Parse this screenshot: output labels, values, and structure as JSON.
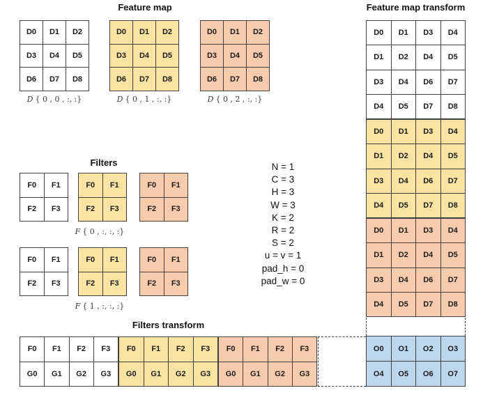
{
  "colors": {
    "white": "#FFFFFF",
    "yellow": "#FAE3A3",
    "pink": "#F8CBAD",
    "blue": "#BDD7EE",
    "grid_border": "#3F3F3F"
  },
  "feature_map": {
    "title": "Feature map",
    "grids": [
      {
        "color": "white",
        "cells": [
          [
            "D0",
            "D1",
            "D2"
          ],
          [
            "D3",
            "D4",
            "D5"
          ],
          [
            "D6",
            "D7",
            "D8"
          ]
        ],
        "label_letter": "D",
        "label_index": "{ 0 , 0 , :, :}"
      },
      {
        "color": "yellow",
        "cells": [
          [
            "D0",
            "D1",
            "D2"
          ],
          [
            "D3",
            "D4",
            "D5"
          ],
          [
            "D6",
            "D7",
            "D8"
          ]
        ],
        "label_letter": "D",
        "label_index": "{ 0 , 1 , :, :}"
      },
      {
        "color": "pink",
        "cells": [
          [
            "D0",
            "D1",
            "D2"
          ],
          [
            "D3",
            "D4",
            "D5"
          ],
          [
            "D6",
            "D7",
            "D8"
          ]
        ],
        "label_letter": "D",
        "label_index": "{ 0 , 2 , :, :}"
      }
    ]
  },
  "filters": {
    "title": "Filters",
    "rows": [
      {
        "grids": [
          {
            "color": "white",
            "cells": [
              [
                "F0",
                "F1"
              ],
              [
                "F2",
                "F3"
              ]
            ]
          },
          {
            "color": "yellow",
            "cells": [
              [
                "F0",
                "F1"
              ],
              [
                "F2",
                "F3"
              ]
            ]
          },
          {
            "color": "pink",
            "cells": [
              [
                "F0",
                "F1"
              ],
              [
                "F2",
                "F3"
              ]
            ]
          }
        ],
        "label_letter": "F",
        "label_index": "{ 0 , :, :, :}"
      },
      {
        "grids": [
          {
            "color": "white",
            "cells": [
              [
                "F0",
                "F1"
              ],
              [
                "F2",
                "F3"
              ]
            ]
          },
          {
            "color": "yellow",
            "cells": [
              [
                "F0",
                "F1"
              ],
              [
                "F2",
                "F3"
              ]
            ]
          },
          {
            "color": "pink",
            "cells": [
              [
                "F0",
                "F1"
              ],
              [
                "F2",
                "F3"
              ]
            ]
          }
        ],
        "label_letter": "F",
        "label_index": "{ 1 , :, :, :}"
      }
    ]
  },
  "parameters": {
    "lines": [
      "N = 1",
      "C = 3",
      "H = 3",
      "W = 3",
      "K = 2",
      "R = 2",
      "S = 2",
      "u = v = 1",
      "pad_h = 0",
      "pad_w = 0"
    ]
  },
  "feature_map_transform": {
    "title": "Feature map transform",
    "blocks": [
      {
        "color": "white",
        "rows": [
          [
            "D0",
            "D1",
            "D3",
            "D4"
          ],
          [
            "D1",
            "D2",
            "D4",
            "D5"
          ],
          [
            "D3",
            "D4",
            "D6",
            "D7"
          ],
          [
            "D4",
            "D5",
            "D7",
            "D8"
          ]
        ]
      },
      {
        "color": "yellow",
        "rows": [
          [
            "D0",
            "D1",
            "D3",
            "D4"
          ],
          [
            "D1",
            "D2",
            "D4",
            "D5"
          ],
          [
            "D3",
            "D4",
            "D6",
            "D7"
          ],
          [
            "D4",
            "D5",
            "D7",
            "D8"
          ]
        ]
      },
      {
        "color": "pink",
        "rows": [
          [
            "D0",
            "D1",
            "D3",
            "D4"
          ],
          [
            "D1",
            "D2",
            "D4",
            "D5"
          ],
          [
            "D3",
            "D4",
            "D6",
            "D7"
          ],
          [
            "D4",
            "D5",
            "D7",
            "D8"
          ]
        ]
      }
    ],
    "output": {
      "color": "blue",
      "rows": [
        [
          "O0",
          "O1",
          "O2",
          "O3"
        ],
        [
          "O4",
          "O5",
          "O6",
          "O7"
        ]
      ]
    }
  },
  "filters_transform": {
    "title": "Filters transform",
    "blocks": [
      {
        "color": "white",
        "rows": [
          [
            "F0",
            "F1",
            "F2",
            "F3"
          ],
          [
            "G0",
            "G1",
            "G2",
            "G3"
          ]
        ]
      },
      {
        "color": "yellow",
        "rows": [
          [
            "F0",
            "F1",
            "F2",
            "F3"
          ],
          [
            "G0",
            "G1",
            "G2",
            "G3"
          ]
        ]
      },
      {
        "color": "pink",
        "rows": [
          [
            "F0",
            "F1",
            "F2",
            "F3"
          ],
          [
            "G0",
            "G1",
            "G2",
            "G3"
          ]
        ]
      }
    ]
  }
}
